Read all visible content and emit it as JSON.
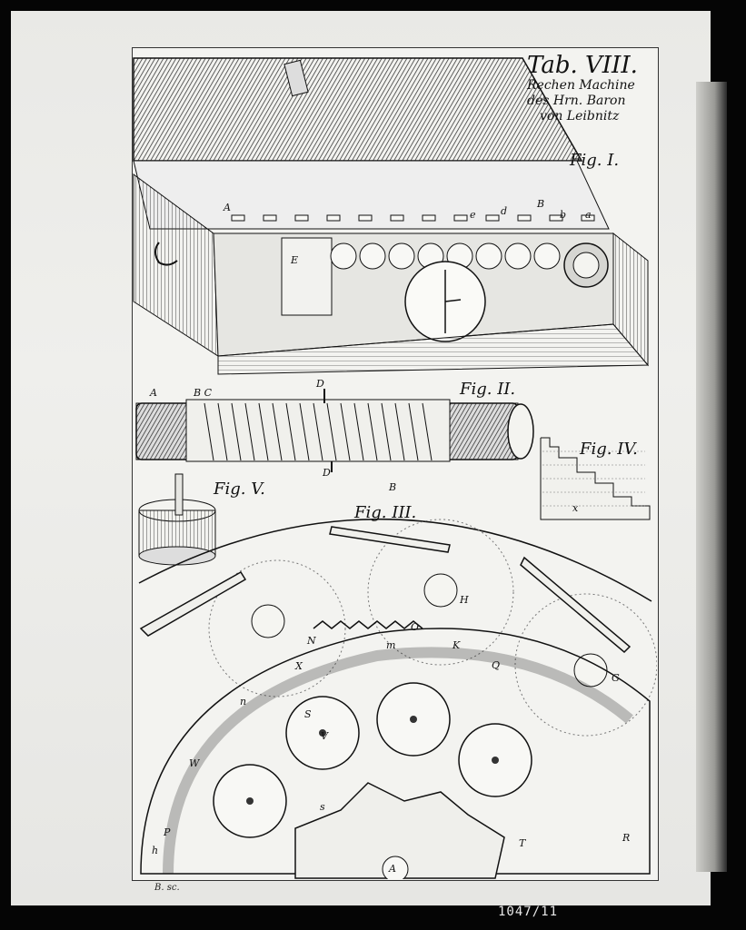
{
  "plate": {
    "title_tab": "Tab. VIII.",
    "title_lines": [
      "Rechen Machine",
      "des Hrn. Baron",
      "von Leibnitz"
    ],
    "figures": {
      "fig1": "Fig. I.",
      "fig2": "Fig. II.",
      "fig3": "Fig. III.",
      "fig4": "Fig. IV.",
      "fig5": "Fig. V."
    },
    "letters_fig1": {
      "A": "A",
      "B": "B",
      "d": "d",
      "e": "e",
      "b": "b",
      "a": "a",
      "E": "E"
    },
    "letters_fig2": {
      "A": "A",
      "BC": "B C",
      "D_top": "D",
      "D_bottom": "D"
    },
    "letters_fig4": {
      "x": "x"
    },
    "letters_fig3": {
      "B": "B",
      "H": "H",
      "G": "G",
      "O": "O",
      "K": "K",
      "m": "m",
      "N": "N",
      "X": "X",
      "Q": "Q",
      "n": "n",
      "W": "W",
      "P": "P",
      "h": "h",
      "R": "R",
      "T": "T",
      "A": "A",
      "s": "s",
      "S": "S",
      "V": "V"
    },
    "engraver_signature": "B. sc."
  },
  "archive": {
    "catalog_number": "1047/11"
  },
  "colors": {
    "ink": "#111111",
    "paper": "#f3f3f0",
    "frame": "#050505"
  }
}
